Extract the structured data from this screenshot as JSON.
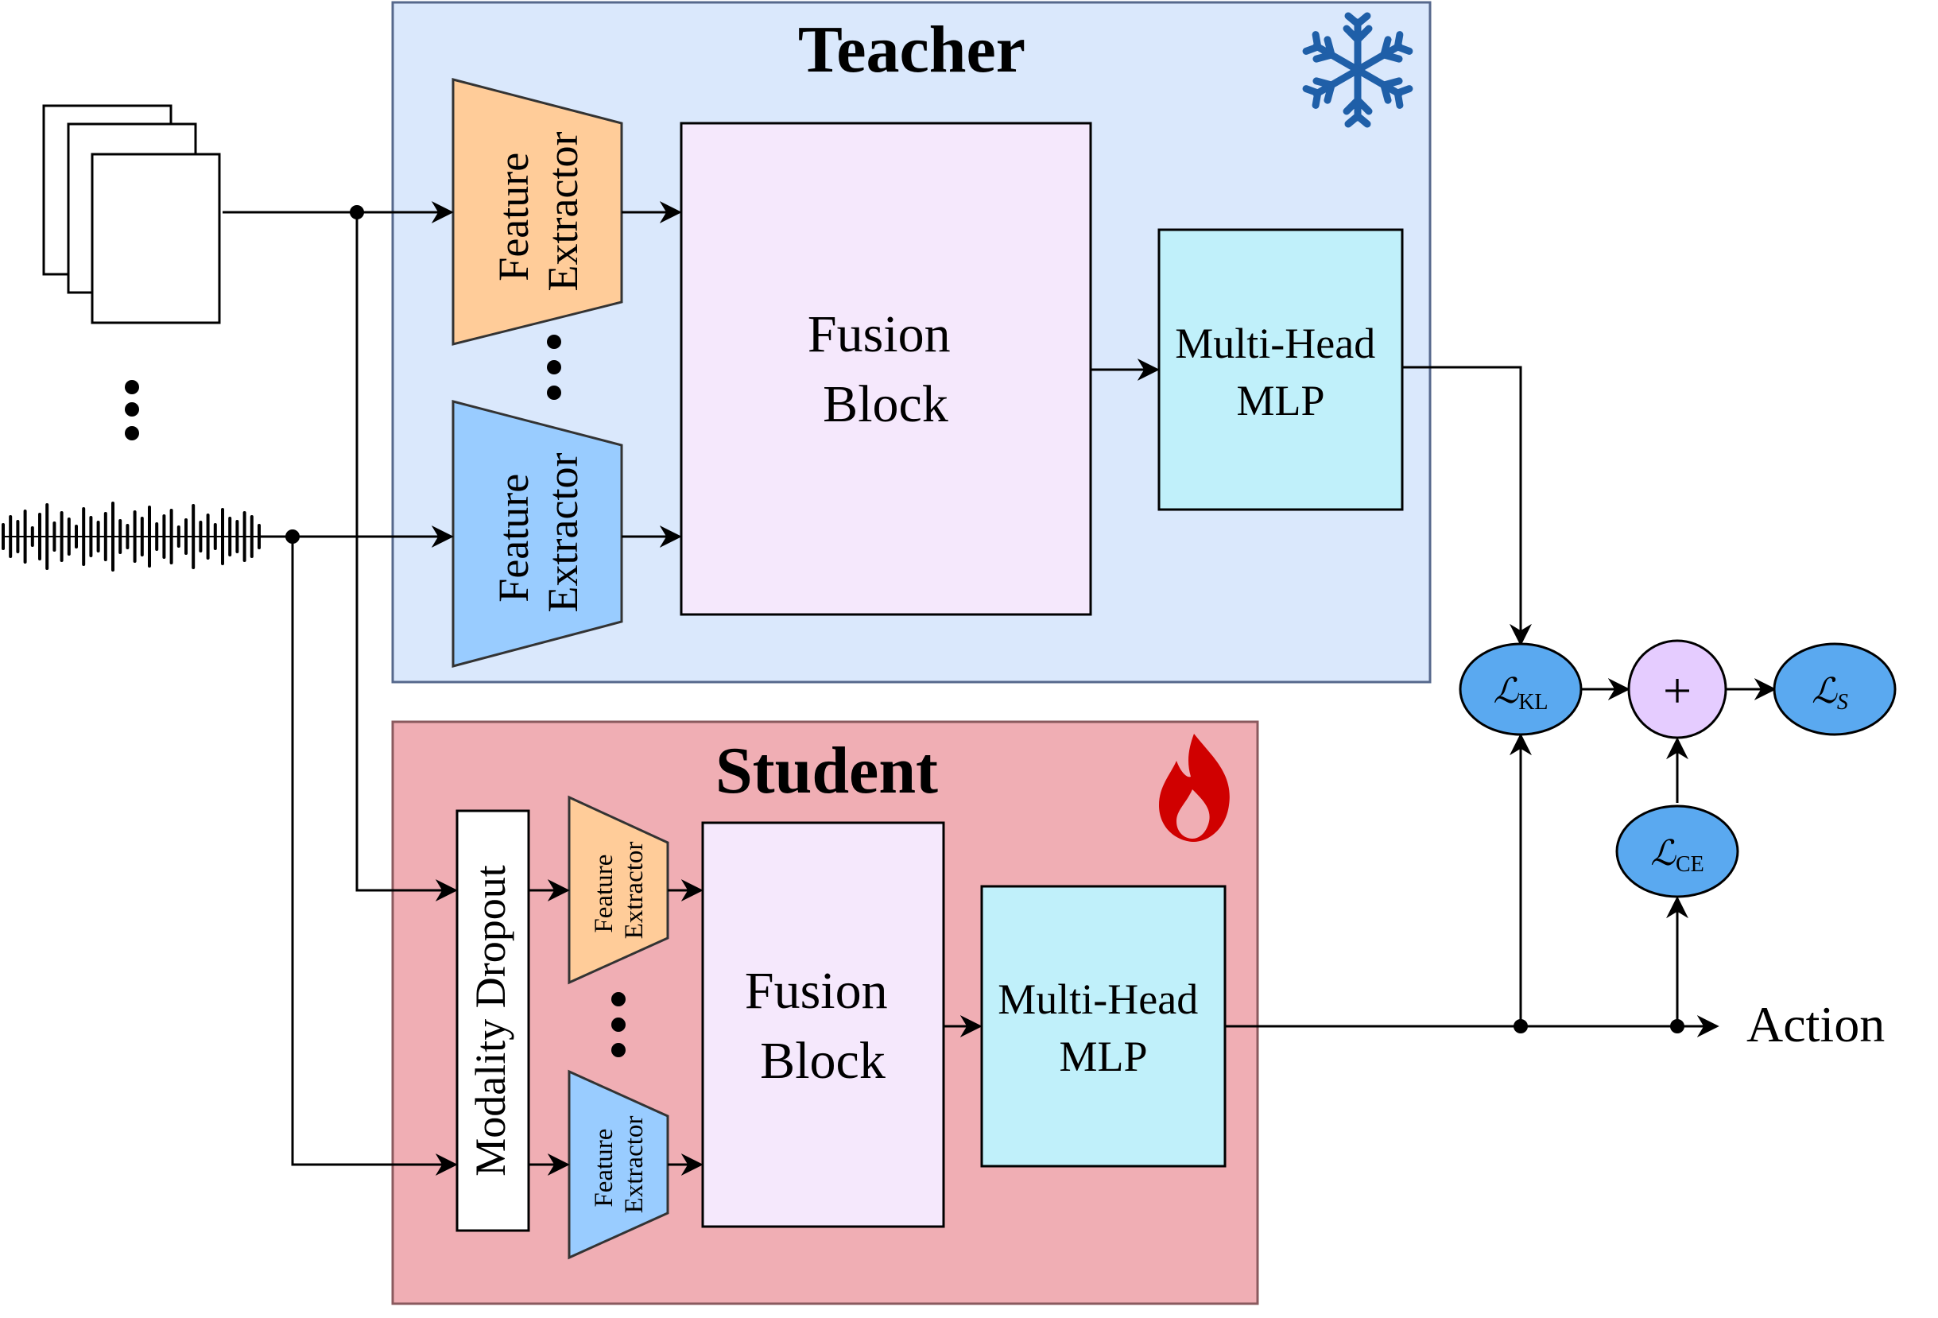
{
  "teacher": {
    "title": "Teacher",
    "frozen_icon": "snowflake-icon",
    "feature_extractor_label": [
      "Feature",
      "Extractor"
    ],
    "fusion_label": [
      "Fusion",
      "Block"
    ],
    "mlp_label": [
      "Multi-Head",
      "MLP"
    ]
  },
  "student": {
    "title": "Student",
    "trainable_icon": "flame-icon",
    "dropout_label": "Modality Dropout",
    "feature_extractor_label": [
      "Feature",
      "Extractor"
    ],
    "fusion_label": [
      "Fusion",
      "Block"
    ],
    "mlp_label": [
      "Multi-Head",
      "MLP"
    ]
  },
  "inputs": {
    "image_stack_icon": "image-frames-icon",
    "audio_icon": "waveform-icon",
    "ellipsis_icon": "vertical-ellipsis-icon"
  },
  "losses": {
    "kl": {
      "symbol": "ℒ",
      "subscript": "KL"
    },
    "ce": {
      "symbol": "ℒ",
      "subscript": "CE"
    },
    "s": {
      "symbol": "ℒ",
      "subscript": "S"
    },
    "plus": "+"
  },
  "output": {
    "action_label": "Action"
  },
  "colors": {
    "teacher_bg": "#dae8fc",
    "teacher_border": "#6c8ebf",
    "student_bg": "#f0aeb4",
    "student_border": "#b85450",
    "extractor_orange": "#ffcc99",
    "extractor_blue": "#99ccff",
    "fusion": "#f5e8fc",
    "mlp": "#c0f0fa",
    "loss_node": "#5aa9f0",
    "plus_node": "#e5ccff",
    "snowflake": "#1f5fa8",
    "flame": "#d00000"
  }
}
